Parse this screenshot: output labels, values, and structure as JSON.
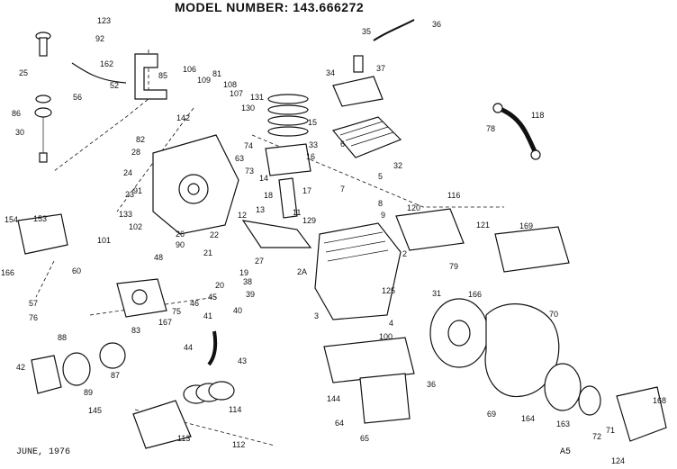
{
  "header": {
    "model_label": "MODEL NUMBER:",
    "model_number": "143.666272"
  },
  "footer": {
    "date": "JUNE, 1976",
    "page_code": "A5"
  },
  "callouts": [
    "123",
    "92",
    "162",
    "85",
    "52",
    "56",
    "25",
    "86",
    "30",
    "142",
    "106",
    "109",
    "81",
    "108",
    "107",
    "131",
    "130",
    "74",
    "63",
    "73",
    "82",
    "28",
    "24",
    "91",
    "23",
    "133",
    "26",
    "35",
    "36",
    "34",
    "37",
    "15",
    "33",
    "32",
    "14",
    "16",
    "5",
    "6",
    "7",
    "8",
    "9",
    "18",
    "13",
    "17",
    "11",
    "12",
    "129",
    "22",
    "21",
    "19",
    "27",
    "2",
    "118",
    "78",
    "116",
    "120",
    "121",
    "169",
    "154",
    "153",
    "166",
    "101",
    "102",
    "90",
    "48",
    "60",
    "57",
    "76",
    "83",
    "167",
    "75",
    "46",
    "45",
    "20",
    "38",
    "39",
    "40",
    "41",
    "44",
    "43",
    "2A",
    "3",
    "4",
    "125",
    "31",
    "166",
    "79",
    "70",
    "100",
    "144",
    "64",
    "65",
    "36",
    "69",
    "164",
    "163",
    "71",
    "72",
    "168",
    "124",
    "88",
    "89",
    "87",
    "42",
    "145",
    "114",
    "113",
    "112"
  ]
}
